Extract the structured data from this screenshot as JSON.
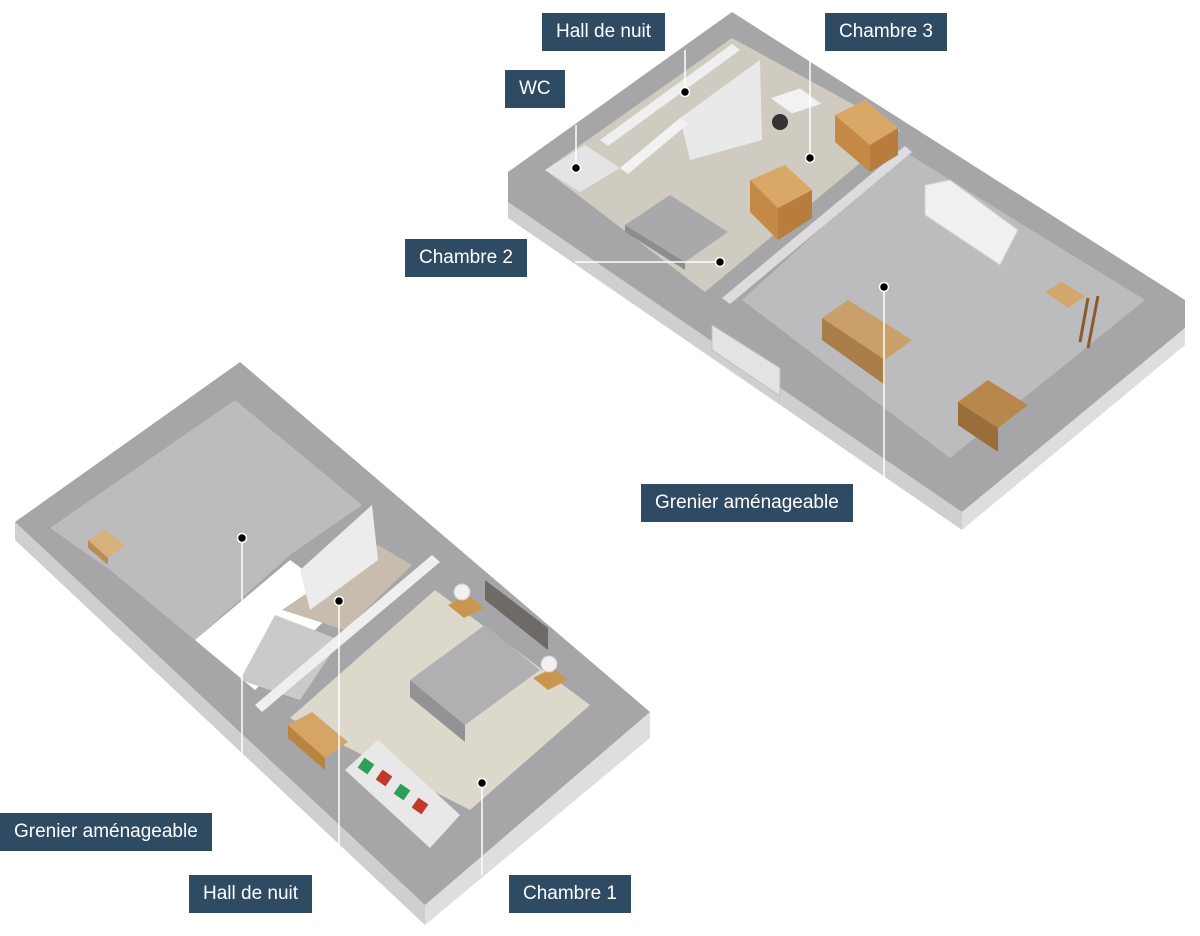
{
  "floors": [
    {
      "name": "upper-floor",
      "rooms": [
        {
          "key": "hall_de_nuit",
          "label": "Hall de nuit"
        },
        {
          "key": "chambre_3",
          "label": "Chambre 3"
        },
        {
          "key": "wc",
          "label": "WC"
        },
        {
          "key": "chambre_2",
          "label": "Chambre 2"
        },
        {
          "key": "grenier_amenageable",
          "label": "Grenier aménageable"
        }
      ]
    },
    {
      "name": "lower-floor",
      "rooms": [
        {
          "key": "grenier_amenageable",
          "label": "Grenier aménageable"
        },
        {
          "key": "hall_de_nuit",
          "label": "Hall de nuit"
        },
        {
          "key": "chambre_1",
          "label": "Chambre 1"
        }
      ]
    }
  ],
  "colors": {
    "label_bg": "#2f4a63",
    "label_text": "#ffffff",
    "wall_top": "#a6a6a8",
    "wall_side": "#cfcfd1",
    "floor_grey": "#bcbcbe",
    "floor_beige": "#ddd8cc",
    "leader_line": "#ffffff",
    "marker": "#000000"
  }
}
